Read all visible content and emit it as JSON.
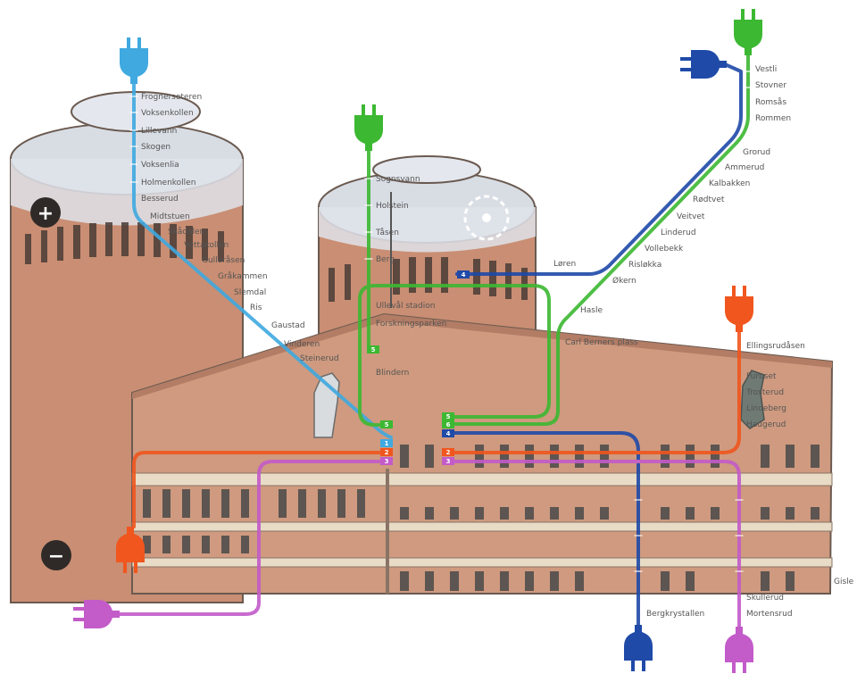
{
  "colors": {
    "line1": "#3fa9e0",
    "line2": "#f0561e",
    "line3": "#c35bc9",
    "line4": "#1f4aa8",
    "line5": "#3cb832",
    "tower": "#c98e73",
    "building": "#cf9a7f"
  },
  "battery": {
    "plus_symbol": "+",
    "minus_symbol": "−"
  },
  "artist_signature": "Gisle",
  "icons": [
    "plug-icon"
  ],
  "trunk_numbers": {
    "left": [
      "5",
      "1",
      "2",
      "3"
    ],
    "right": [
      "5",
      "6",
      "4",
      "2",
      "3"
    ],
    "line5_loop": "5",
    "line4_branch": "4"
  },
  "stations": {
    "line1": [
      "Frognerseteren",
      "Voksenkollen",
      "Lillevann",
      "Skogen",
      "Voksenlia",
      "Holmenkollen",
      "Besserud",
      "Midtstuen",
      "Skådalen",
      "Vettakollen",
      "Gulleråsen",
      "Gråkammen",
      "Slemdal",
      "Ris",
      "Gaustad",
      "Vinderen",
      "Steinerud"
    ],
    "line5": [
      "Sognsvann",
      "Holstein",
      "Tåsen",
      "Berg",
      "Ullevål stadion",
      "Forskningsparken",
      "Blindern"
    ],
    "line6_line4": [
      "Vestli",
      "Stovner",
      "Romsås",
      "Rommen",
      "Grorud",
      "Ammerud",
      "Kalbakken",
      "Rødtvet",
      "Veitvet",
      "Linderud",
      "Vollebekk",
      "Risløkka",
      "Økern",
      "Løren",
      "Hasle",
      "Carl Berners plass"
    ],
    "line2_east": [
      "Ellingsrudåsen",
      "Furuset",
      "Trosterud",
      "Lindeberg",
      "Haugerud"
    ],
    "line4_south": [
      "Bergkrystallen"
    ],
    "line3_south": [
      "Mortensrud",
      "Skullerud"
    ]
  }
}
